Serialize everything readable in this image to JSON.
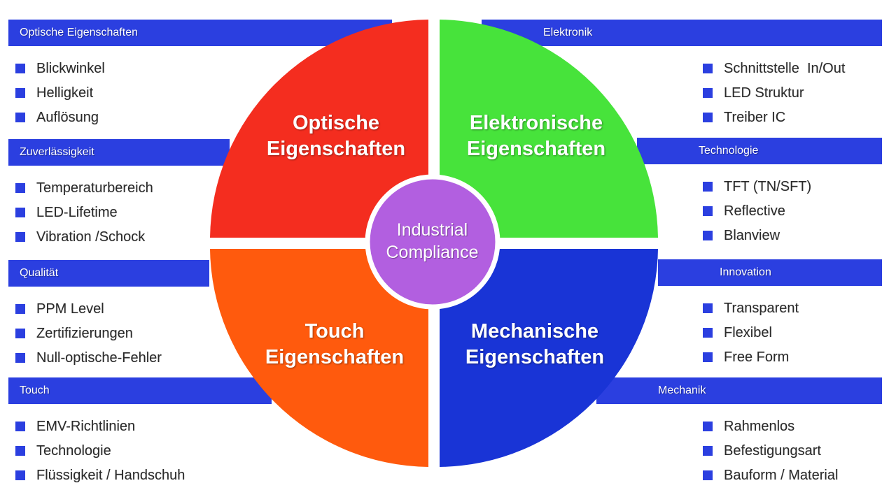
{
  "colors": {
    "bar": "#2b3fe0",
    "optical": "#f42d1f",
    "electronic": "#47e33b",
    "touch": "#ff5a0d",
    "mechanical": "#1934d6",
    "center": "#b25fe0",
    "gap": "#ffffff"
  },
  "left_groups": [
    {
      "title": "Optische Eigenschaften",
      "items": [
        "Blickwinkel",
        "Helligkeit",
        "Auflösung"
      ]
    },
    {
      "title": "Zuverlässigkeit",
      "items": [
        "Temperaturbereich",
        "LED-Lifetime",
        "Vibration /Schock"
      ]
    },
    {
      "title": "Qualität",
      "items": [
        "PPM Level",
        "Zertifizierungen",
        "Null-optische-Fehler"
      ]
    },
    {
      "title": "Touch",
      "items": [
        "EMV-Richtlinien",
        "Technologie",
        "Flüssigkeit / Handschuh"
      ]
    }
  ],
  "right_groups": [
    {
      "title": "Elektronik",
      "items": [
        "Schnittstelle  In/Out",
        "LED Struktur",
        "Treiber IC"
      ]
    },
    {
      "title": "Technologie",
      "items": [
        "TFT (TN/SFT)",
        "Reflective",
        "Blanview"
      ]
    },
    {
      "title": "Innovation",
      "items": [
        "Transparent",
        "Flexibel",
        "Free Form"
      ]
    },
    {
      "title": "Mechanik",
      "items": [
        "Rahmenlos",
        "Befestigungsart",
        "Bauform / Material"
      ]
    }
  ],
  "quadrants": {
    "optical": {
      "line1": "Optische",
      "line2": "Eigenschaften"
    },
    "electronic": {
      "line1": "Elektronische",
      "line2": "Eigenschaften"
    },
    "touch": {
      "line1": "Touch",
      "line2": "Eigenschaften"
    },
    "mechanical": {
      "line1": "Mechanische",
      "line2": "Eigenschaften"
    }
  },
  "center": {
    "line1": "Industrial",
    "line2": "Compliance"
  }
}
